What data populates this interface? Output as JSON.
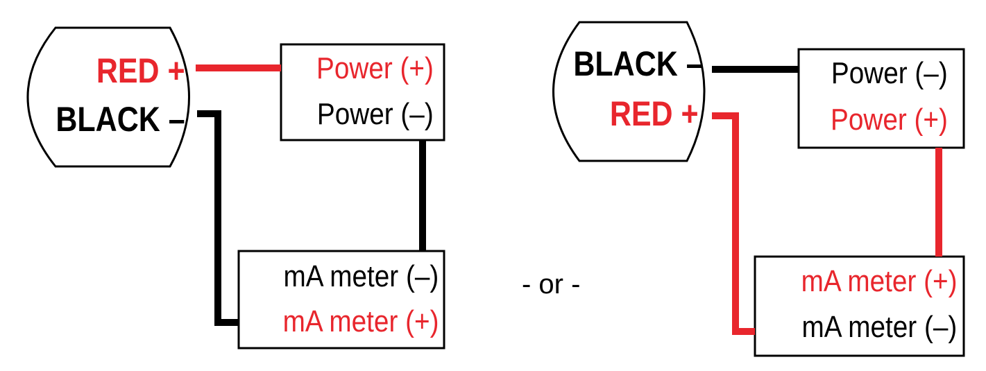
{
  "colors": {
    "red": "#e8262d",
    "black": "#000000"
  },
  "left_diagram": {
    "sensor": {
      "line1": "RED +",
      "line2": "BLACK –"
    },
    "power_box": {
      "line1": "Power (+)",
      "line2": "Power (–)"
    },
    "meter_box": {
      "line1": "mA meter (–)",
      "line2": "mA meter (+)"
    }
  },
  "separator": "- or -",
  "right_diagram": {
    "sensor": {
      "line1": "BLACK –",
      "line2": "RED +"
    },
    "power_box": {
      "line1": "Power (–)",
      "line2": "Power (+)"
    },
    "meter_box": {
      "line1": "mA meter (+)",
      "line2": "mA meter (–)"
    }
  }
}
